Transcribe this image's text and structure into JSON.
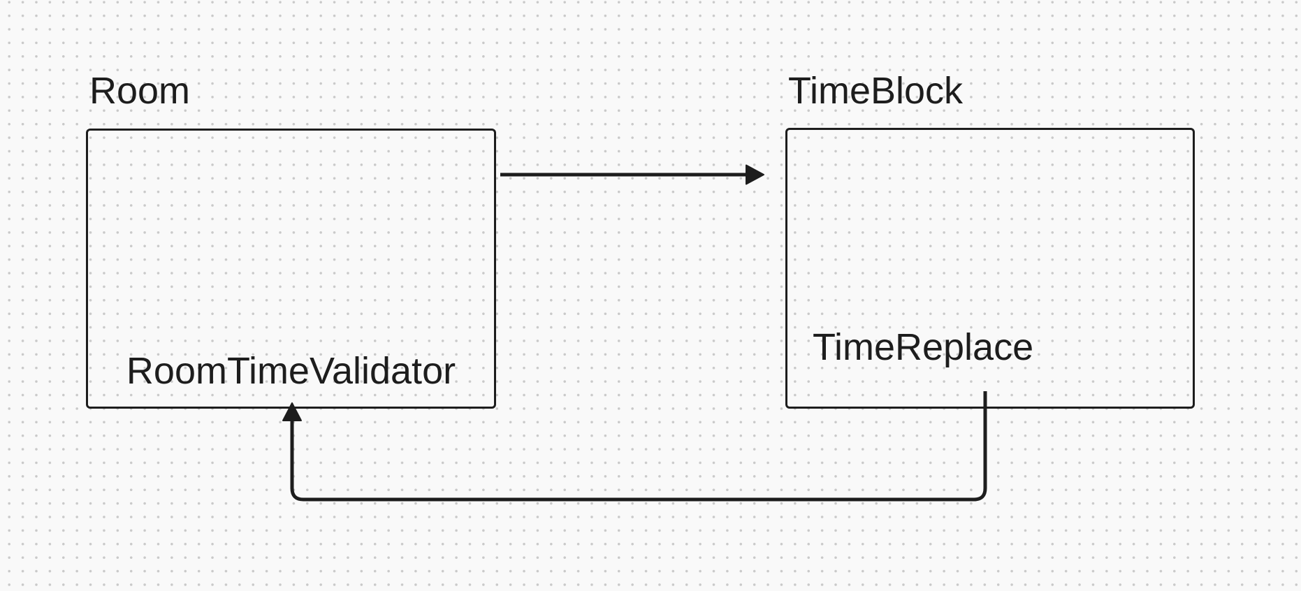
{
  "canvas": {
    "kind": "whiteboard-diagram",
    "background_color": "#f9f9f9",
    "grid_dot_color": "#c9c9c9",
    "stroke_color": "#1d1d1d"
  },
  "nodes": [
    {
      "id": "room",
      "title": "Room",
      "inner_label": "RoomTimeValidator"
    },
    {
      "id": "timeblock",
      "title": "TimeBlock",
      "inner_label": "TimeReplace"
    }
  ],
  "edges": [
    {
      "id": "room-to-timeblock",
      "description": "straight arrow from Room box right edge to TimeBlock box left edge"
    },
    {
      "id": "timereplace-to-roomtimevalidator",
      "description": "connector dropping from below TimeReplace, running left under both boxes, arrow pointing up into bottom of Room box"
    }
  ]
}
